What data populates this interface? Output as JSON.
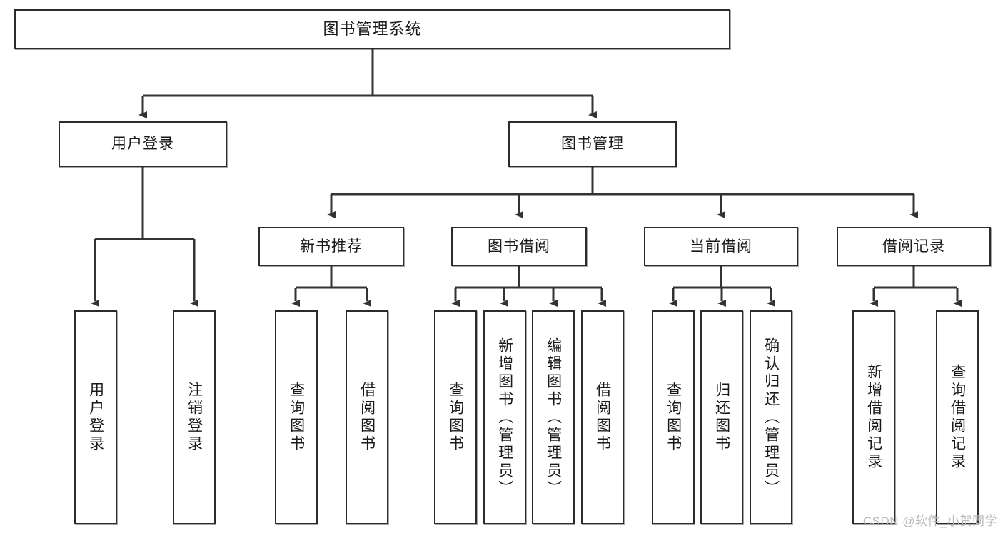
{
  "diagram": {
    "title": "图书管理系统",
    "type": "tree-hierarchy",
    "root": {
      "label": "图书管理系统"
    },
    "level2": [
      {
        "id": "user-login",
        "label": "用户登录"
      },
      {
        "id": "book-management",
        "label": "图书管理"
      }
    ],
    "level3": [
      {
        "id": "new-book-recommend",
        "label": "新书推荐"
      },
      {
        "id": "book-borrow",
        "label": "图书借阅"
      },
      {
        "id": "current-borrow",
        "label": "当前借阅"
      },
      {
        "id": "borrow-record",
        "label": "借阅记录"
      }
    ],
    "leaves": {
      "user_login": [
        {
          "id": "leaf-user-login",
          "label": "用户登录"
        },
        {
          "id": "leaf-logout-login",
          "label": "注销登录"
        }
      ],
      "new_book_recommend": [
        {
          "id": "leaf-query-book-1",
          "label": "查询图书"
        },
        {
          "id": "leaf-borrow-book-1",
          "label": "借阅图书"
        }
      ],
      "book_borrow": [
        {
          "id": "leaf-query-book-2",
          "label": "查询图书"
        },
        {
          "id": "leaf-add-book",
          "label": "新增图书（管理员）"
        },
        {
          "id": "leaf-edit-book",
          "label": "编辑图书（管理员）"
        },
        {
          "id": "leaf-borrow-book-2",
          "label": "借阅图书"
        }
      ],
      "current_borrow": [
        {
          "id": "leaf-query-book-3",
          "label": "查询图书"
        },
        {
          "id": "leaf-return-book",
          "label": "归还图书"
        },
        {
          "id": "leaf-confirm-return",
          "label": "确认归还（管理员）"
        }
      ],
      "borrow_record": [
        {
          "id": "leaf-add-record",
          "label": "新增借阅记录"
        },
        {
          "id": "leaf-query-record",
          "label": "查询借阅记录"
        }
      ]
    },
    "colors": {
      "border": "#2b2b2b",
      "background": "#ffffff",
      "text": "#1a1a1a",
      "connector": "#333333",
      "watermark": "#b9b9b9"
    }
  },
  "watermark": {
    "text": "CSDN @软件_小贺同学"
  }
}
